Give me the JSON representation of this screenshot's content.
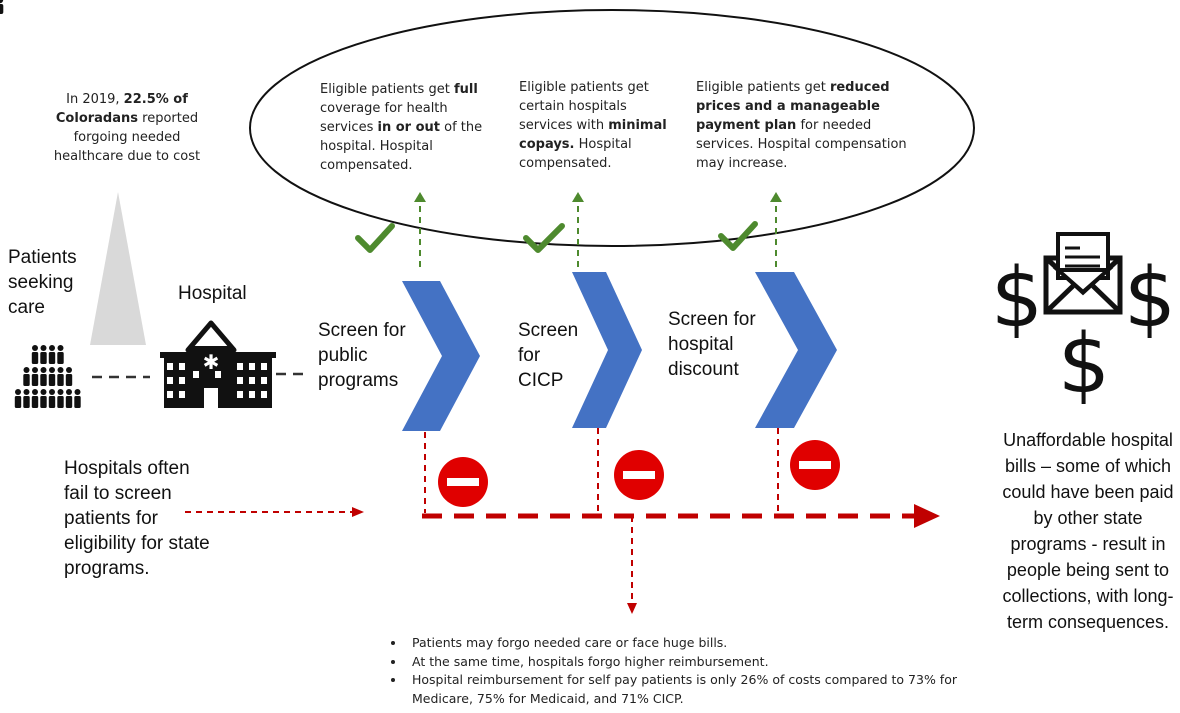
{
  "stat": {
    "pre": "In 2019, ",
    "bold": "22.5% of Coloradans",
    "post": " reported forgoing needed healthcare due to cost"
  },
  "patients_label": "Patients seeking care",
  "hospital_label": "Hospital",
  "screens": [
    {
      "label": "Screen for public programs"
    },
    {
      "label": "Screen for CICP"
    },
    {
      "label": "Screen for hospital discount"
    }
  ],
  "outcomes": [
    {
      "t1": "Eligible patients get ",
      "b1": "full",
      "t2": " coverage for health services ",
      "b2": "in or out",
      "t3": " of the hospital. Hospital compensated."
    },
    {
      "t1": "Eligible patients get certain hospitals services with ",
      "b1": "minimal copays.",
      "t2": " Hospital compensated.",
      "b2": "",
      "t3": ""
    },
    {
      "t1": "Eligible patients get ",
      "b1": "reduced prices and a manageable payment plan",
      "t2": " for needed services. Hospital compensation may increase.",
      "b2": "",
      "t3": ""
    }
  ],
  "failure_text": "Hospitals often fail to screen patients for eligibility for state programs.",
  "right_text": "Unaffordable hospital bills – some of which could have been paid by other state programs - result in people being sent to collections, with long-term consequences.",
  "notes": [
    "Patients may forgo needed care or face huge bills.",
    "At the same time, hospitals forgo higher reimbursement.",
    "Hospital reimbursement for self pay patients is only 26% of costs compared to 73% for Medicare, 75% for Medicaid, and 71% CICP."
  ],
  "icons": [
    "people-icon",
    "hospital-icon",
    "check-icon",
    "no-entry-icon",
    "bill-envelope-icon",
    "dollar-icon"
  ],
  "colors": {
    "chevron": "#4472c4",
    "check": "#4e8a2e",
    "red": "#c00000",
    "no_entry": "#e00000",
    "triangle": "#d9d9d9"
  }
}
